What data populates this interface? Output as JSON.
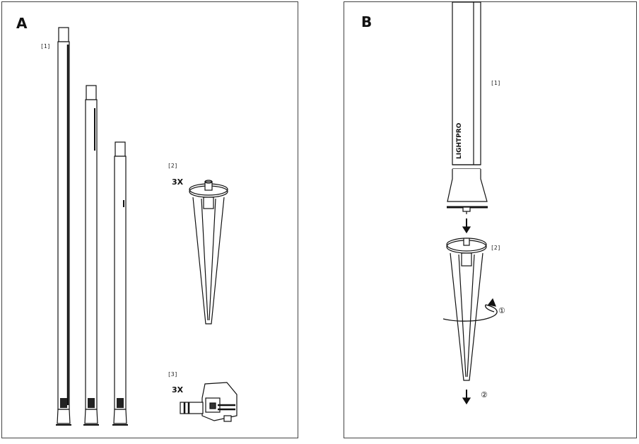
{
  "panel_a": {
    "letter": "A",
    "labels": {
      "pole": "[1]",
      "spike": "[2]",
      "connector": "[3]"
    },
    "spike_qty": "3X",
    "connector_qty": "3X"
  },
  "panel_b": {
    "letter": "B",
    "labels": {
      "pole": "[1]",
      "spike": "[2]"
    },
    "brand": "LIGHTPRO",
    "step_rotate": "①",
    "step_push": "②"
  }
}
